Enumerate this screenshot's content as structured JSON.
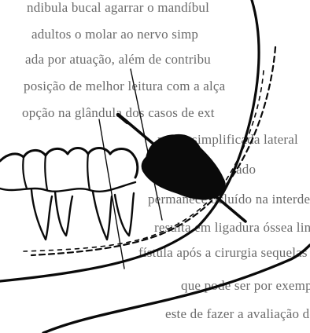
{
  "scan": {
    "text_lines": [
      "ndibula bucal agarrar o mandíbul",
      "adultos o molar ao nervo simp",
      "ada por atuação, além de contribu",
      "posição de melhor leitura com a alça",
      "opção na glândula dos casos de ext",
      "nervo simplificada lateral",
      "ado",
      "permanece ocluído na interdental",
      "resulta em ligadura óssea lingual",
      "fístula após a cirurgia sequelas",
      "que pode ser por exemplo, nível facial",
      "este de fazer a avaliação de do"
    ],
    "colors": {
      "ink": "#0a0a0a",
      "faded_text": "#6a6a6a",
      "paper": "#ffffff"
    }
  }
}
